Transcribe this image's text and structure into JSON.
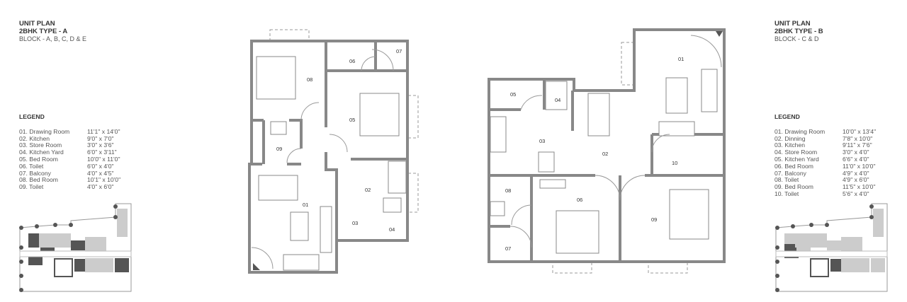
{
  "plan_a": {
    "title": "UNIT PLAN",
    "type": "2BHK TYPE - A",
    "blocks": "BLOCK - A, B, C, D & E",
    "legend_title": "LEGEND",
    "legend": [
      {
        "name": "01. Drawing Room",
        "size": "11'1\" x 14'0\""
      },
      {
        "name": "02. Kitchen",
        "size": "9'0\" x 7'0\""
      },
      {
        "name": "03. Store Room",
        "size": "3'0\" x 3'6\""
      },
      {
        "name": "04. Kitchen Yard",
        "size": "6'0\" x 3'11\""
      },
      {
        "name": "05. Bed Room",
        "size": "10'0\" x 11'0\""
      },
      {
        "name": "06. Toilet",
        "size": "6'0\" x 4'0\""
      },
      {
        "name": "07. Balcony",
        "size": "4'0\" x 4'5\""
      },
      {
        "name": "08. Bed Room",
        "size": "10'1\" x 10'0\""
      },
      {
        "name": "09. Toilet",
        "size": "4'0\" x 6'0\""
      }
    ],
    "rooms": [
      "01",
      "02",
      "03",
      "04",
      "05",
      "06",
      "07",
      "08",
      "09"
    ]
  },
  "plan_b": {
    "title": "UNIT PLAN",
    "type": "2BHK TYPE - B",
    "blocks": "BLOCK - C & D",
    "legend_title": "LEGEND",
    "legend": [
      {
        "name": "01. Drawing Room",
        "size": "10'0\" x 13'4\""
      },
      {
        "name": "02. Dinning",
        "size": "7'8\" x 10'0\""
      },
      {
        "name": "03. Kitchen",
        "size": "9'11\" x 7'6\""
      },
      {
        "name": "04. Store Room",
        "size": "3'0\" x 4'0\""
      },
      {
        "name": "05. Kitchen Yard",
        "size": "6'6\" x 4'0\""
      },
      {
        "name": "06. Bed Room",
        "size": "11'0\" x 10'0\""
      },
      {
        "name": "07. Balcony",
        "size": "4'9\" x 4'0\""
      },
      {
        "name": "08. Toilet",
        "size": "4'9\" x 6'0\""
      },
      {
        "name": "09. Bed Room",
        "size": "11'5\" x 10'0\""
      },
      {
        "name": "10. Toilet",
        "size": "5'6\" x 4'0\""
      }
    ],
    "rooms": [
      "01",
      "02",
      "03",
      "04",
      "05",
      "06",
      "07",
      "08",
      "09",
      "10"
    ]
  },
  "colors": {
    "wall": "#888888",
    "text": "#444444",
    "keyplan_dark": "#555555"
  }
}
